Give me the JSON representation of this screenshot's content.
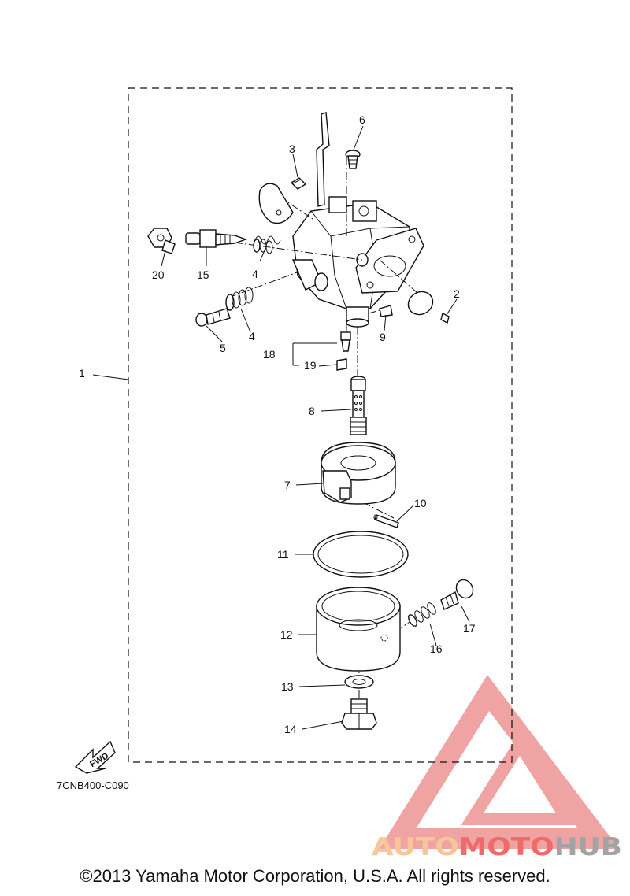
{
  "diagram_code": "7CNB400-C090",
  "fwd_label": "FWD",
  "copyright": "©2013 Yamaha Motor Corporation, U.S.A. All rights reserved.",
  "watermark": {
    "part1": "AUTO",
    "part2": "MOTO",
    "part3": "HUB",
    "color_light": "#f6c59a",
    "color_red": "#ef6a6a",
    "color_grey": "#a3a3a3"
  },
  "callouts": [
    "1",
    "2",
    "3",
    "4",
    "4",
    "5",
    "6",
    "7",
    "8",
    "9",
    "10",
    "11",
    "12",
    "13",
    "14",
    "15",
    "16",
    "17",
    "18",
    "19",
    "20"
  ]
}
